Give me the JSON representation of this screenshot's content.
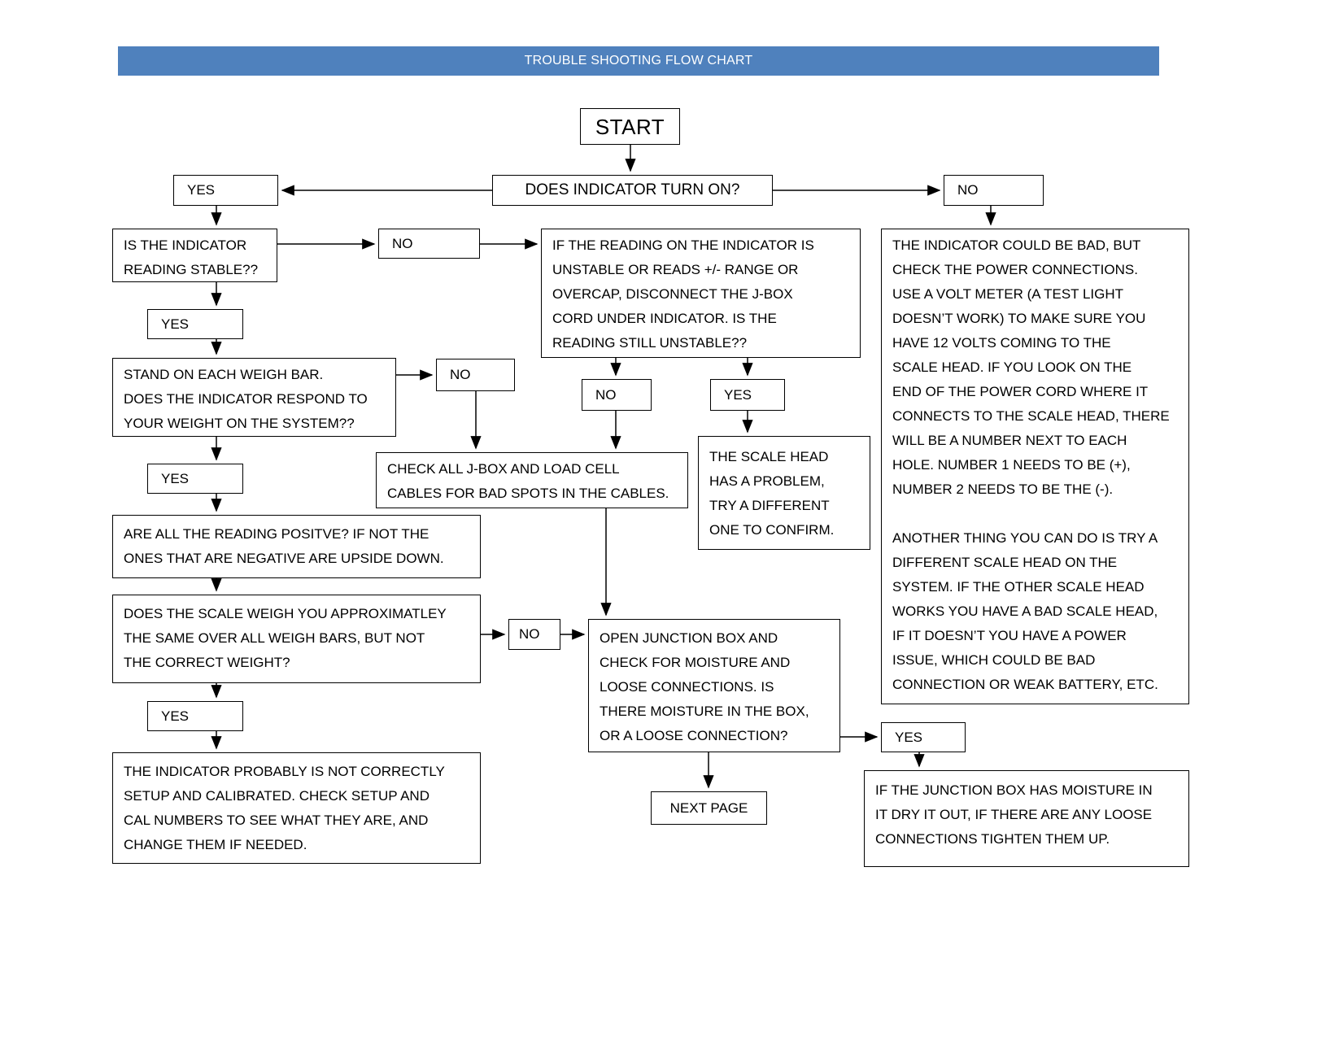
{
  "title": "TROUBLE SHOOTING FLOW CHART",
  "nodes": {
    "start": "START",
    "turn_on": "DOES INDICATOR TURN ON?",
    "yes_turn_on": "YES",
    "no_turn_on": "NO",
    "stable": "IS THE INDICATOR\nREADING STABLE??",
    "no_stable": "NO",
    "unstable_check": "IF THE READING ON THE INDICATOR IS\nUNSTABLE OR READS +/- RANGE OR\nOVERCAP, DISCONNECT THE J-BOX\nCORD UNDER INDICATOR.  IS THE\nREADING STILL UNSTABLE??",
    "power_check": "THE INDICATOR COULD BE BAD, BUT\nCHECK THE POWER CONNECTIONS.\nUSE A VOLT METER (A TEST LIGHT\nDOESN’T WORK) TO MAKE SURE YOU\nHAVE 12 VOLTS COMING TO THE\nSCALE HEAD. IF YOU LOOK ON THE\nEND OF THE POWER CORD WHERE IT\nCONNECTS TO THE SCALE HEAD, THERE\nWILL BE A NUMBER NEXT TO EACH\nHOLE.  NUMBER 1 NEEDS TO BE (+),\nNUMBER 2 NEEDS TO BE THE (-).\n\nANOTHER THING YOU CAN DO IS TRY A\nDIFFERENT SCALE HEAD ON THE\nSYSTEM.  IF THE OTHER SCALE HEAD\nWORKS YOU HAVE A BAD SCALE HEAD,\nIF IT DOESN’T YOU HAVE A POWER\nISSUE, WHICH COULD BE BAD\nCONNECTION OR WEAK BATTERY, ETC.",
    "yes_stable": "YES",
    "stand_weigh": "STAND ON EACH WEIGH BAR.\nDOES THE INDICATOR RESPOND TO\nYOUR WEIGHT ON THE SYSTEM??",
    "no_respond": "NO",
    "check_cables": "CHECK ALL J-BOX AND LOAD CELL\nCABLES FOR BAD SPOTS IN THE CABLES.",
    "no_still_unstable": "NO",
    "yes_still_unstable": "YES",
    "scale_head_problem": "THE SCALE HEAD\nHAS A PROBLEM,\nTRY A DIFFERENT\nONE TO CONFIRM.",
    "yes_respond": "YES",
    "readings_positive": "ARE ALL THE READING POSITVE?  IF NOT THE\nONES THAT ARE NEGATIVE ARE UPSIDE DOWN.",
    "weigh_same": "DOES THE SCALE WEIGH YOU APPROXIMATLEY\nTHE SAME OVER ALL WEIGH BARS, BUT NOT\nTHE CORRECT WEIGHT?",
    "no_weigh": "NO",
    "open_junction": "OPEN JUNCTION BOX AND\nCHECK FOR MOISTURE AND\nLOOSE CONNECTIONS. IS\nTHERE MOISTURE IN THE BOX,\nOR A LOOSE CONNECTION?",
    "yes_weigh": "YES",
    "setup_cal": "THE INDICATOR PROBABLY IS NOT CORRECTLY\nSETUP AND CALIBRATED.  CHECK SETUP AND\nCAL NUMBERS TO SEE WHAT THEY ARE, AND\nCHANGE THEM IF NEEDED.",
    "next_page": "NEXT PAGE",
    "yes_moisture": "YES",
    "moisture_fix": "IF THE JUNCTION BOX HAS MOISTURE IN\nIT DRY IT OUT, IF THERE ARE ANY LOOSE\nCONNECTIONS TIGHTEN THEM UP."
  },
  "colors": {
    "title_bg": "#4f81bd",
    "title_text": "#ffffff",
    "box_border": "#000000",
    "box_bg": "#ffffff"
  }
}
